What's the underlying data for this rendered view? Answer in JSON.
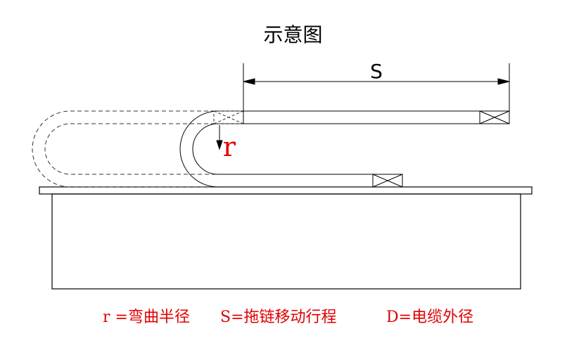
{
  "title": "示意图",
  "labels": {
    "stroke_length": "S",
    "bend_radius": "r"
  },
  "legend": [
    "r =弯曲半径",
    "S=拖链移动行程",
    "D=电缆外径"
  ],
  "colors": {
    "line": "#000000",
    "dashed": "#333333",
    "annotation_red": "#e00000"
  }
}
